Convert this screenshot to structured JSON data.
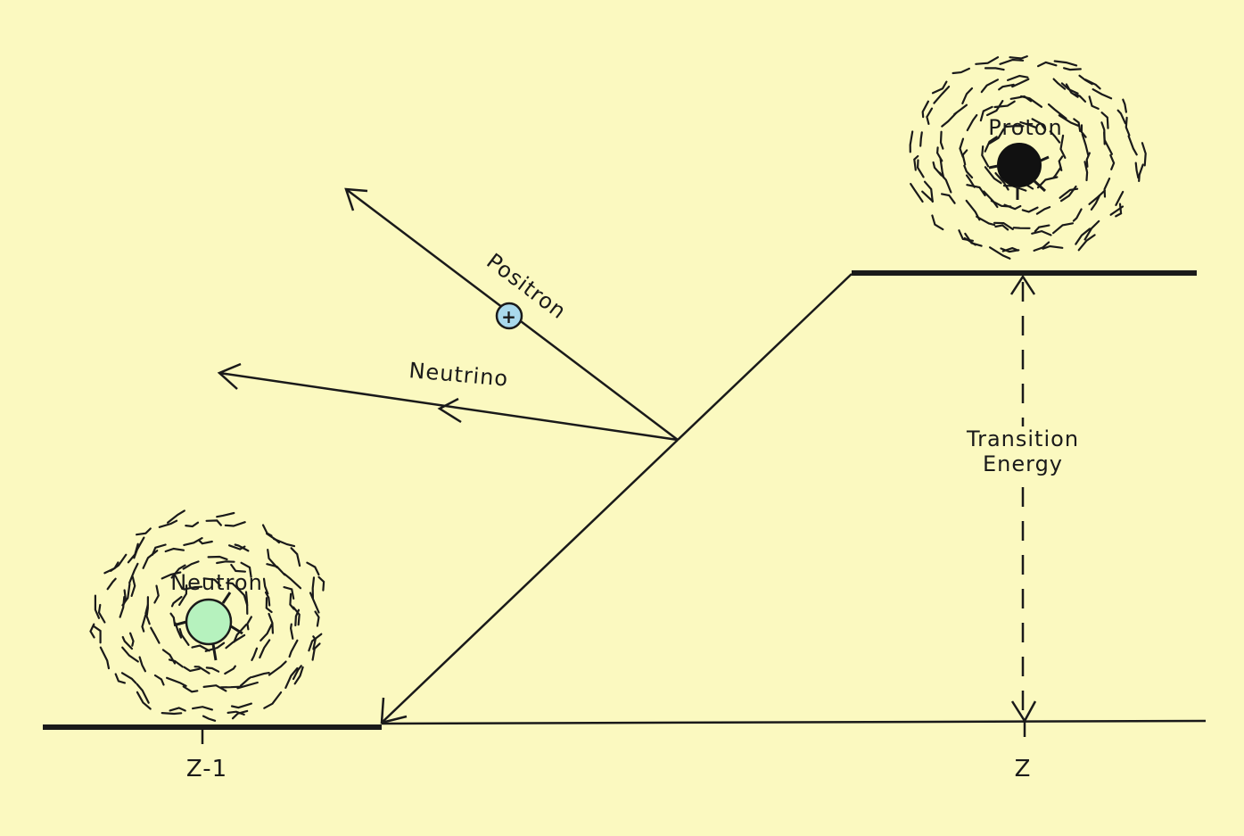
{
  "labels": {
    "positron": "Positron",
    "positron_symbol": "+",
    "neutrino": "Neutrino",
    "proton": "Proton",
    "neutron": "Neutron",
    "transition_line1": "Transition",
    "transition_line2": "Energy",
    "z_minus_1": "Z-1",
    "z": "Z"
  },
  "colors": {
    "background": "#FBF9C0",
    "ink": "#1a1a1a",
    "positron_fill": "#A9D9EC",
    "neutron_fill": "#B6F2BE",
    "proton_fill": "#111111"
  }
}
